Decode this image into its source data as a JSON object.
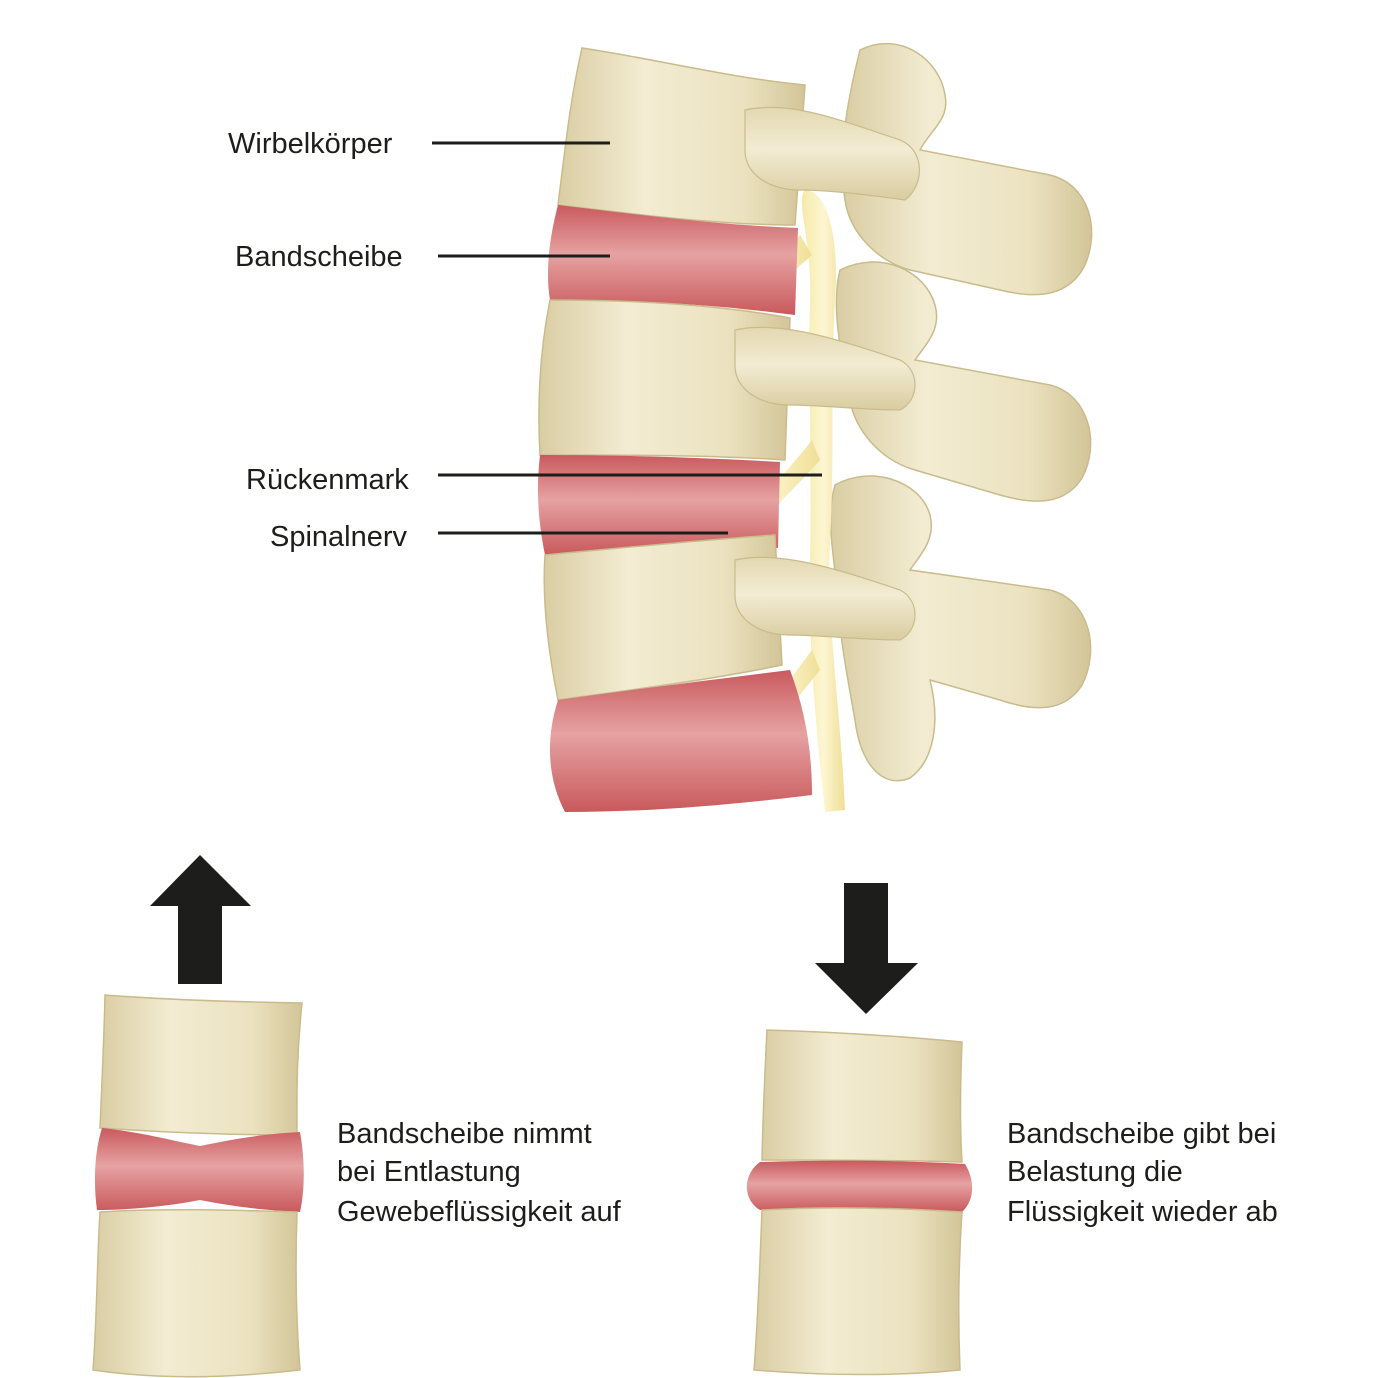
{
  "labels": {
    "vertebral_body": "Wirbelkörper",
    "disc": "Bandscheibe",
    "spinal_cord": "Rückenmark",
    "spinal_nerve": "Spinalnerv"
  },
  "captions": {
    "relief": [
      "Bandscheibe nimmt",
      "bei Entlastung",
      "Gewebeflüssigkeit auf"
    ],
    "load": [
      "Bandscheibe gibt bei",
      "Belastung die",
      "Flüssigkeit wieder ab"
    ]
  },
  "colors": {
    "bone": "#ece3c2",
    "bone_shadow": "#d6c99f",
    "disc": "#d46d70",
    "disc_light": "#e7a3a2",
    "nerve": "#f3e6a4",
    "arrow": "#1d1d1b",
    "text": "#1d1d1b"
  },
  "icons": {
    "up_arrow": "arrow-up-icon",
    "down_arrow": "arrow-down-icon"
  }
}
